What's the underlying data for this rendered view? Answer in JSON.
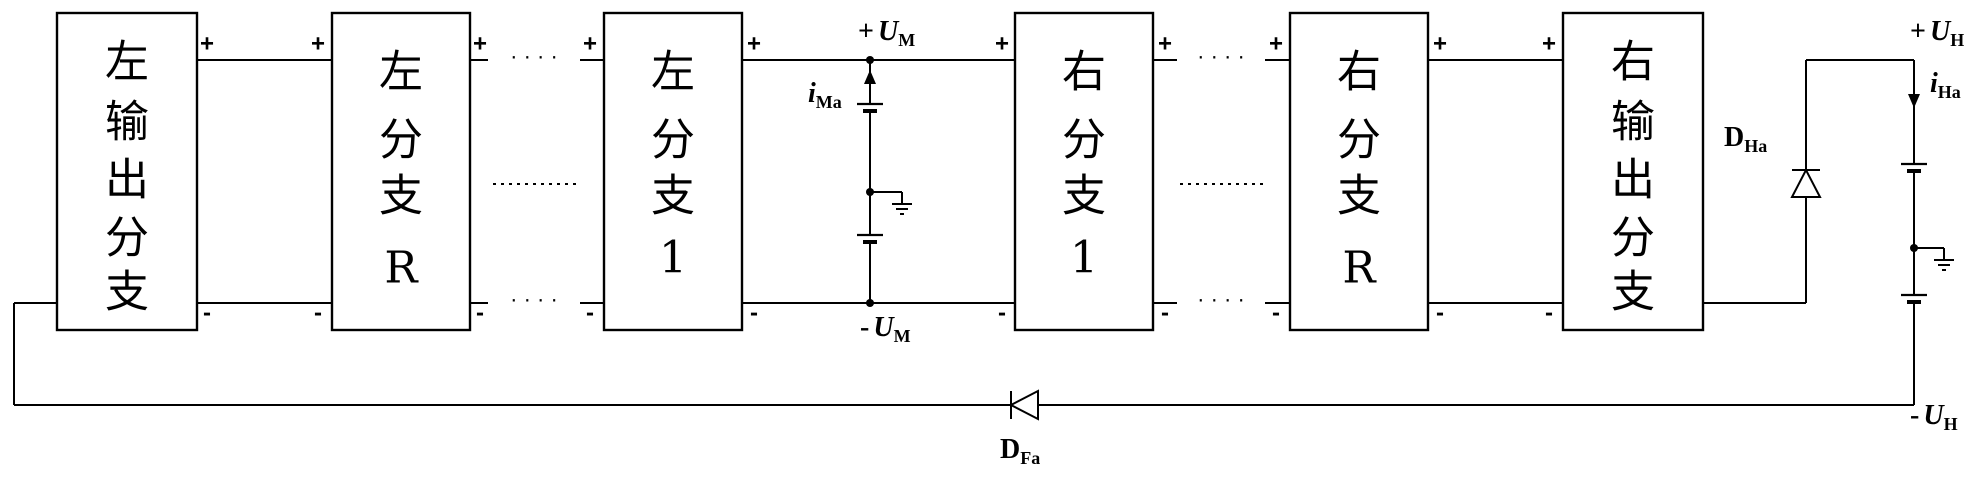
{
  "blocks": [
    {
      "id": "left-output-branch",
      "lines": [
        "左",
        "输",
        "出",
        "分",
        "支"
      ]
    },
    {
      "id": "left-branch-r",
      "lines": [
        "左",
        "分",
        "支",
        "R"
      ]
    },
    {
      "id": "left-branch-1",
      "lines": [
        "左",
        "分",
        "支",
        "1"
      ]
    },
    {
      "id": "right-branch-1",
      "lines": [
        "右",
        "分",
        "支",
        "1"
      ]
    },
    {
      "id": "right-branch-r",
      "lines": [
        "右",
        "分",
        "支",
        "R"
      ]
    },
    {
      "id": "right-output-branch",
      "lines": [
        "右",
        "输",
        "出",
        "分",
        "支"
      ]
    }
  ],
  "polarity": {
    "plus": "+",
    "minus": "-"
  },
  "ellipsis": "· · · ·",
  "labels": {
    "um_pos": {
      "sign": "+",
      "main": "U",
      "sub": "M"
    },
    "um_neg": {
      "sign": "-",
      "main": "U",
      "sub": "M"
    },
    "uh_pos": {
      "sign": "+",
      "main": "U",
      "sub": "H"
    },
    "uh_neg": {
      "sign": "-",
      "main": "U",
      "sub": "H"
    },
    "ima": {
      "main": "i",
      "sub": "Ma"
    },
    "iha": {
      "main": "i",
      "sub": "Ha"
    },
    "dha": {
      "main": "D",
      "sub": "Ha"
    },
    "dfa": {
      "main": "D",
      "sub": "Fa"
    }
  }
}
